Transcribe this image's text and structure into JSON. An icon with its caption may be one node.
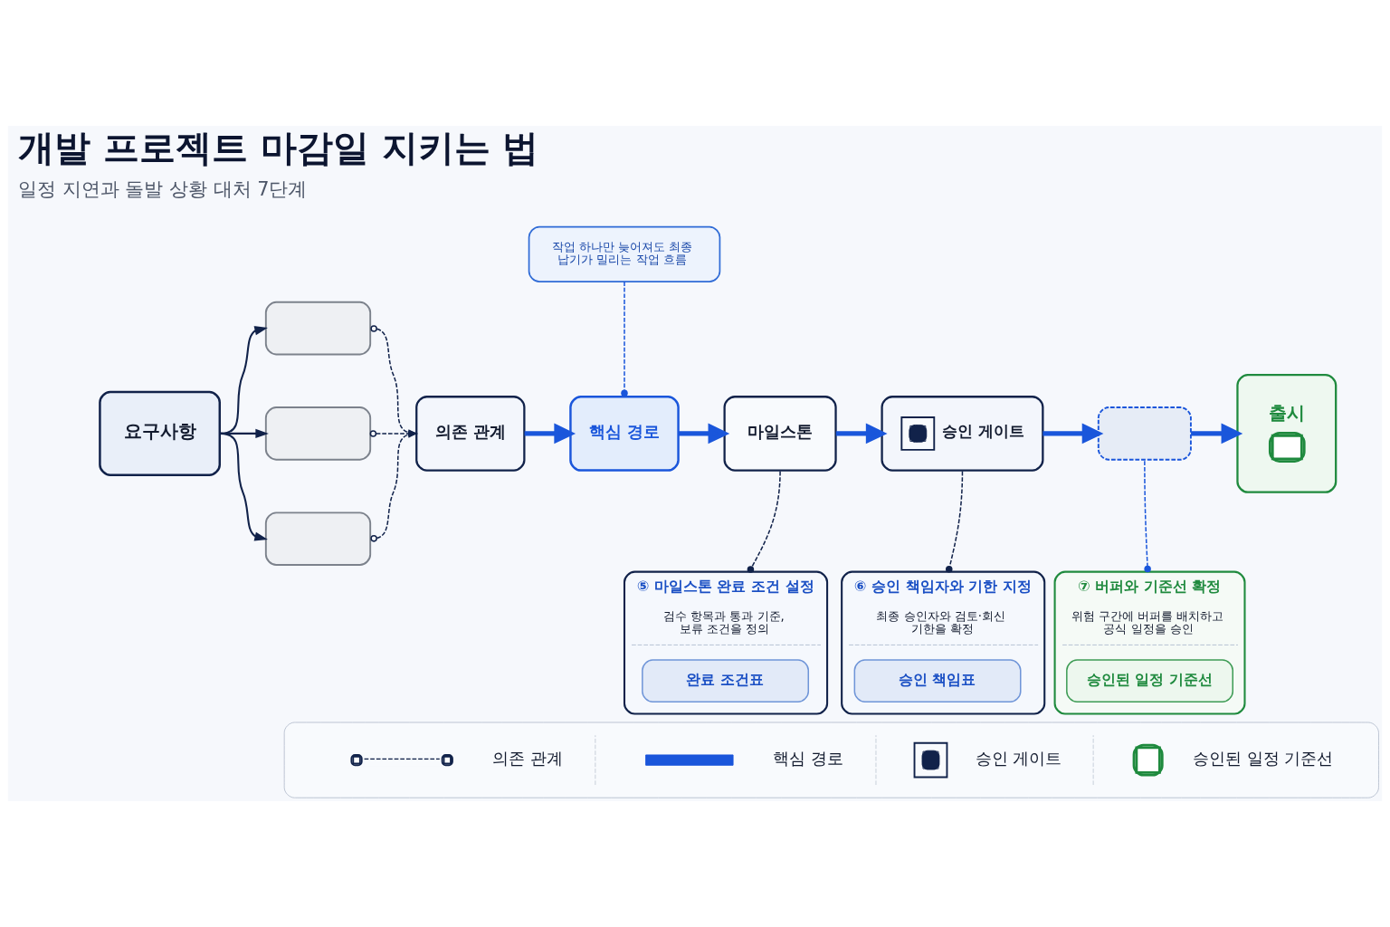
{
  "diagram": {
    "title": "개발 프로젝트 마감일 지키는 법",
    "nodes": [
      {
        "text": [
          "요구사항"
        ]
      },
      {
        "text": [],
        "shape": "box"
      },
      {
        "text": [],
        "shape": "box"
      },
      {
        "text": [],
        "shape": "box"
      },
      {
        "text": [
          "의존 관계"
        ]
      },
      {
        "text": [
          "핵심 경로"
        ]
      },
      {
        "text": [
          "마일스톤"
        ]
      },
      {
        "text": [
          "승인 게이트"
        ]
      },
      {
        "text": [],
        "shape": "box"
      },
      {
        "text": [
          "출시"
        ]
      },
      {
        "text": [
          "작업 하나만 늦어져도 최종 납기가 밀리는 작업 흐름"
        ]
      },
      {
        "text": [
          "⑤ 마일스톤 완료 조건 설정",
          "검수 항목과 통과 기준, 보류 조건을 정의"
        ]
      },
      {
        "text": [
          "완료 조건표"
        ],
        "in": 11
      },
      {
        "text": [
          "⑥ 승인 책임자와 기한 지정",
          "최종 승인자와 검토·회신 기한을 확정"
        ]
      },
      {
        "text": [
          "승인 책임표"
        ],
        "in": 13
      },
      {
        "text": [
          "⑦ 버퍼와 기준선 확정",
          "위험 구간에 버퍼를 배치하고 공식 일정을 승인"
        ]
      },
      {
        "text": [
          "승인된 일정 기준선"
        ],
        "in": 15
      }
    ],
    "edges": [
      {
        "from": 0,
        "to": 1,
        "arrow": "to"
      },
      {
        "from": 0,
        "to": 2,
        "arrow": "to"
      },
      {
        "from": 0,
        "to": 3,
        "arrow": "to"
      },
      {
        "from": 1,
        "to": 4,
        "arrow": "to",
        "style": "dashed"
      },
      {
        "from": 2,
        "to": 4,
        "arrow": "to",
        "style": "dashed"
      },
      {
        "from": 3,
        "to": 4,
        "arrow": "to",
        "style": "dashed"
      },
      {
        "from": 4,
        "to": 5,
        "arrow": "to",
        "style": "thick",
        "color": "#1a56db"
      },
      {
        "from": 5,
        "to": 6,
        "arrow": "to",
        "style": "thick",
        "color": "#1a56db"
      },
      {
        "from": 6,
        "to": 7,
        "arrow": "to",
        "style": "thick",
        "color": "#1a56db"
      },
      {
        "from": 7,
        "to": 8,
        "arrow": "to",
        "style": "thick",
        "color": "#1a56db"
      },
      {
        "from": 8,
        "to": 9,
        "arrow": "to",
        "style": "thick",
        "color": "#1a56db"
      },
      {
        "from": 10,
        "to": 5,
        "arrow": "other",
        "style": "dashed",
        "color": "#1a56db"
      },
      {
        "from": 6,
        "to": 11,
        "arrow": "other",
        "style": "dashed"
      },
      {
        "from": 7,
        "to": 13,
        "arrow": "other",
        "style": "dashed"
      },
      {
        "from": 8,
        "to": 15,
        "arrow": "other",
        "style": "dashed",
        "color": "#1a56db"
      }
    ],
    "labels": [
      "일정 지연과 돌발 상황 대처 7단계"
    ],
    "legend": [
      {
        "text": "의존 관계"
      },
      {
        "text": "핵심 경로"
      },
      {
        "text": "승인 게이트"
      },
      {
        "text": "승인된 일정 기준선"
      }
    ]
  }
}
